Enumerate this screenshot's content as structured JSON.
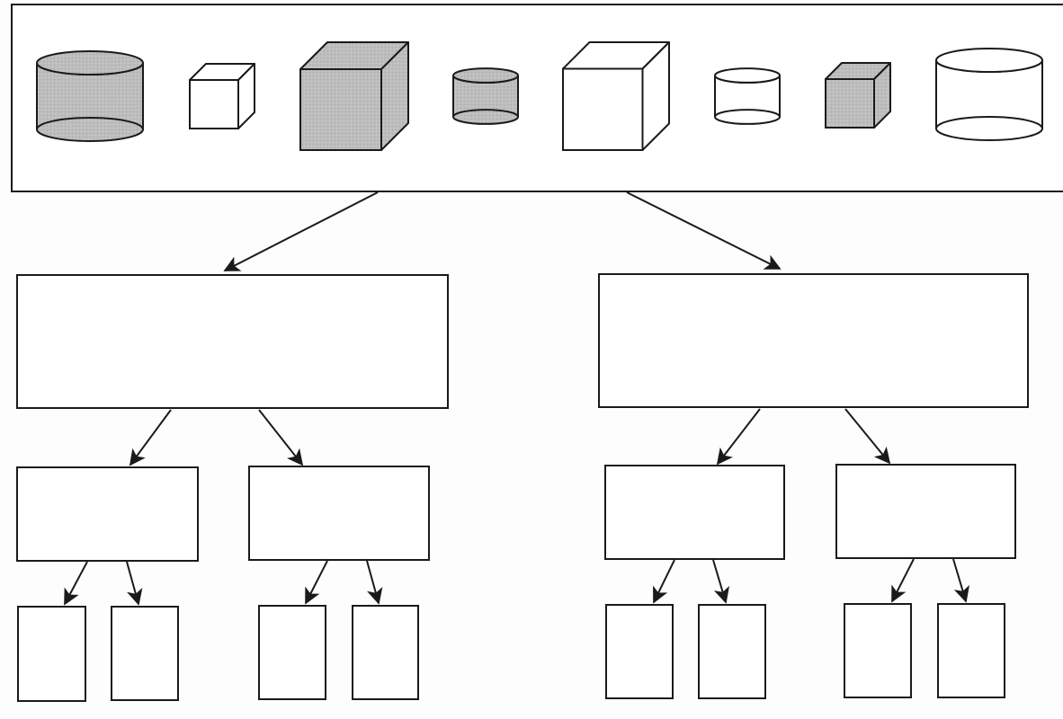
{
  "diagram": {
    "type": "classification-tree",
    "title": "",
    "colors": {
      "stroke": "#1a1a1a",
      "shaded_fill": "#b9b9b9",
      "plain_fill": "#ffffff",
      "background": "#fdfdfd"
    },
    "source_set": {
      "label": "",
      "objects": [
        {
          "shape": "cylinder",
          "size": "large",
          "shaded": true
        },
        {
          "shape": "cube",
          "size": "small",
          "shaded": false
        },
        {
          "shape": "cube",
          "size": "large",
          "shaded": true
        },
        {
          "shape": "cylinder",
          "size": "small",
          "shaded": true
        },
        {
          "shape": "cube",
          "size": "large",
          "shaded": false
        },
        {
          "shape": "cylinder",
          "size": "small",
          "shaded": false
        },
        {
          "shape": "cube",
          "size": "small",
          "shaded": true
        },
        {
          "shape": "cylinder",
          "size": "large",
          "shaded": false
        }
      ]
    },
    "levels": [
      {
        "level": 1,
        "boxes": [
          {
            "label": ""
          },
          {
            "label": ""
          }
        ]
      },
      {
        "level": 2,
        "boxes": [
          {
            "label": ""
          },
          {
            "label": ""
          },
          {
            "label": ""
          },
          {
            "label": ""
          }
        ]
      },
      {
        "level": 3,
        "boxes": [
          {
            "label": ""
          },
          {
            "label": ""
          },
          {
            "label": ""
          },
          {
            "label": ""
          },
          {
            "label": ""
          },
          {
            "label": ""
          },
          {
            "label": ""
          },
          {
            "label": ""
          }
        ]
      }
    ]
  }
}
